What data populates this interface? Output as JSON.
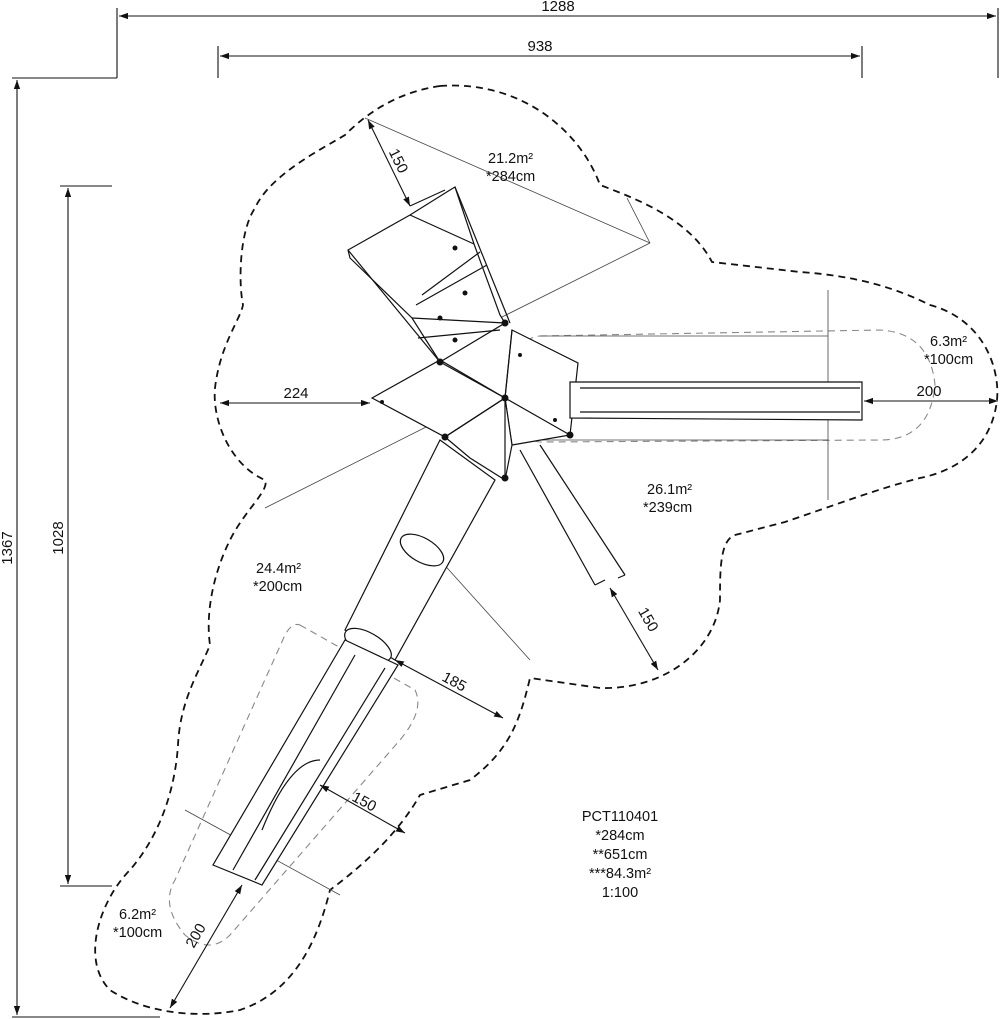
{
  "drawing": {
    "overall_width": "1288",
    "inner_width": "938",
    "overall_height": "1367",
    "inner_height": "1028",
    "clearance_150_top": "150",
    "clearance_224": "224",
    "clearance_200_right": "200",
    "clearance_150_right": "150",
    "clearance_185": "185",
    "clearance_150_slide": "150",
    "clearance_200_bottom": "200"
  },
  "zones": {
    "top_area": "21.2m²",
    "top_height": "*284cm",
    "right_area": "6.3m²",
    "right_height": "*100cm",
    "center_area": "26.1m²",
    "center_height": "*239cm",
    "left_area": "24.4m²",
    "left_height": "*200cm",
    "bottom_area": "6.2m²",
    "bottom_height": "*100cm"
  },
  "info": {
    "code": "PCT110401",
    "line1": "*284cm",
    "line2": "**651cm",
    "line3": "***84.3m²",
    "scale": "1:100"
  }
}
